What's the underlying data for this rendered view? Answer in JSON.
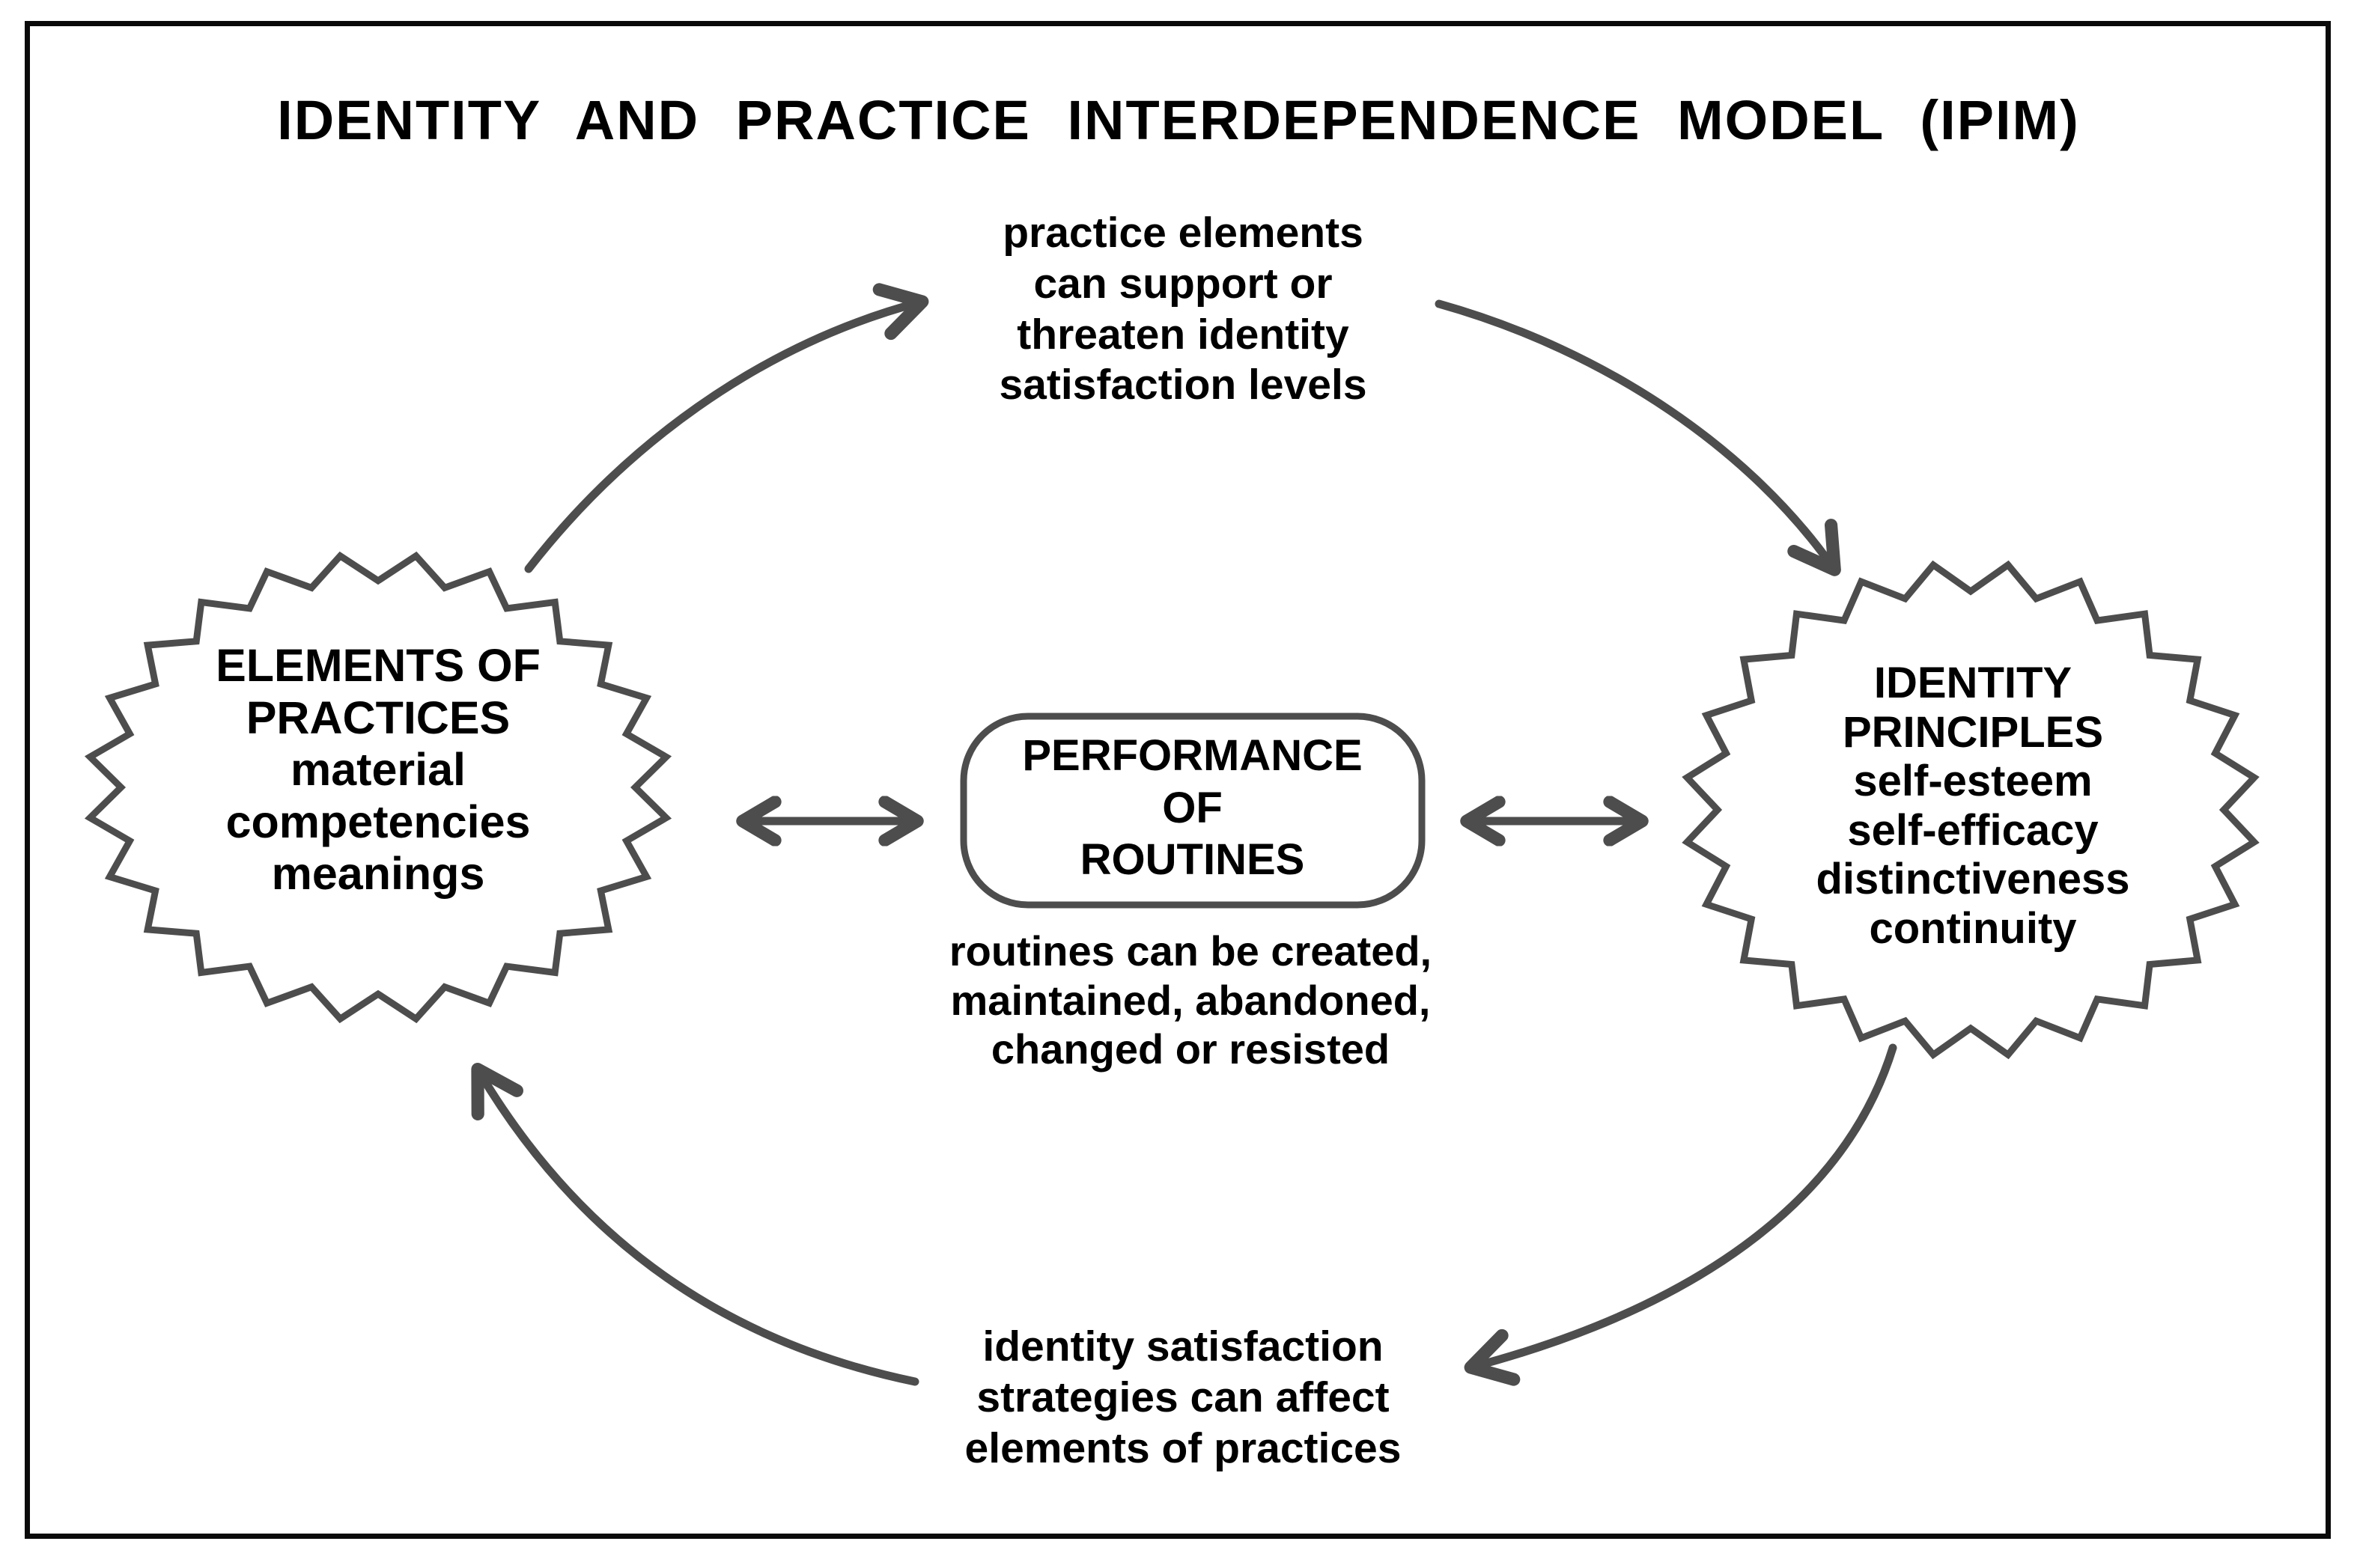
{
  "figure": {
    "title": "IDENTITY  AND  PRACTICE  INTERDEPENDENCE  MODEL  (IPIM)",
    "frame_color": "#0a0a0a",
    "stroke_color": "#4d4d4d",
    "text_color": "#000000",
    "background": "#ffffff"
  },
  "nodes": {
    "left_burst": {
      "shape": "starburst",
      "heading_line1": "ELEMENTS OF",
      "heading_line2": "PRACTICES",
      "items": [
        "material",
        "competencies",
        "meanings"
      ]
    },
    "right_burst": {
      "shape": "starburst",
      "heading_line1": "IDENTITY",
      "heading_line2": "PRINCIPLES",
      "items": [
        "self-esteem",
        "self-efficacy",
        "distinctiveness",
        "continuity"
      ]
    },
    "center_box": {
      "shape": "rounded-rectangle",
      "line1": "PERFORMANCE",
      "line2": "OF",
      "line3": "ROUTINES"
    }
  },
  "captions": {
    "center": {
      "line1": "routines can be created,",
      "line2": "maintained, abandoned,",
      "line3": "changed or resisted"
    },
    "top": {
      "line1": "practice elements",
      "line2": "can support or",
      "line3": "threaten identity",
      "line4": "satisfaction levels"
    },
    "bottom": {
      "line1": "identity satisfaction",
      "line2": "strategies can affect",
      "line3": "elements of practices"
    }
  },
  "connectors": [
    {
      "name": "left-double-arrow",
      "type": "double-headed-straight",
      "from": "left_burst",
      "to": "center_box"
    },
    {
      "name": "right-double-arrow",
      "type": "double-headed-straight",
      "from": "center_box",
      "to": "right_burst"
    },
    {
      "name": "top-left-curve",
      "type": "curved-arrow",
      "from": "left_burst",
      "to": "top_caption"
    },
    {
      "name": "top-right-curve",
      "type": "curved-arrow",
      "from": "top_caption",
      "to": "right_burst"
    },
    {
      "name": "bottom-right-curve",
      "type": "curved-arrow",
      "from": "right_burst",
      "to": "bottom_caption"
    },
    {
      "name": "bottom-left-curve",
      "type": "curved-arrow",
      "from": "bottom_caption",
      "to": "left_burst"
    }
  ]
}
